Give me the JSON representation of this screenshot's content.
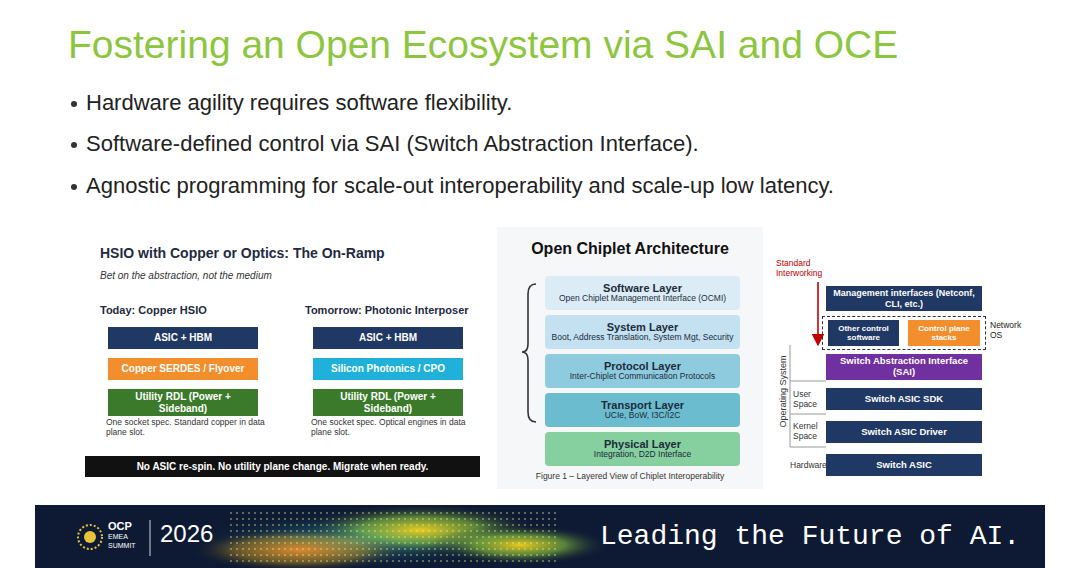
{
  "diagram": {
    "title": "Fostering an Open Ecosystem via SAI and OCE",
    "nodes": [
      {
        "text": [
          "ASIC + HBM"
        ]
      },
      {
        "text": [
          "Copper SERDES / Flyover"
        ]
      },
      {
        "text": [
          "Utility RDL (Power + Sideband)"
        ]
      },
      {
        "text": [
          "ASIC + HBM"
        ]
      },
      {
        "text": [
          "Silicon Photonics / CPO"
        ]
      },
      {
        "text": [
          "Utility RDL (Power + Sideband)"
        ]
      },
      {
        "text": [
          "No ASIC re-spin. No utility plane change. Migrate when ready."
        ]
      },
      {
        "text": [
          "Software Layer",
          "Open Chiplet Management Interface (OCMI)"
        ]
      },
      {
        "text": [
          "System Layer",
          "Boot, Address Translation, System Mgt, Security"
        ]
      },
      {
        "text": [
          "Protocol Layer",
          "Inter-Chiplet Communication Protocols"
        ]
      },
      {
        "text": [
          "Transport Layer",
          "UCIe, BoW, I3C/I2C"
        ]
      },
      {
        "text": [
          "Physical Layer",
          "Integration, D2D Interface"
        ]
      },
      {
        "text": [
          "Management interfaces (Netconf, CLI, etc.)"
        ]
      },
      {
        "text": [
          "Network OS"
        ]
      },
      {
        "text": [
          "Other control software"
        ],
        "in": 13
      },
      {
        "text": [
          "Control plane stacks"
        ],
        "in": 13
      },
      {
        "text": [
          "Switch Abstraction Interface (SAI)"
        ]
      },
      {
        "text": [
          "Switch ASIC SDK"
        ]
      },
      {
        "text": [
          "Switch ASIC Driver"
        ]
      },
      {
        "text": [
          "Switch ASIC"
        ]
      }
    ],
    "labels": [
      "Hardware agility requires software flexibility.",
      "Software-defined control via SAI (Switch Abstraction Interface).",
      "Agnostic programming for scale-out interoperability and scale-up low latency.",
      "HSIO with Copper or Optics: The On-Ramp",
      "Bet on the abstraction, not the medium",
      "Today: Copper HSIO",
      "Tomorrow: Photonic Interposer",
      "One socket spec. Standard copper in data plane slot.",
      "One socket spec. Optical engines in data plane slot.",
      "Open Chiplet Architecture",
      "Figure 1 – Layered View of Chiplet Interoperability",
      "Standard Interworking",
      "Operating System",
      "User Space",
      "Kernel Space",
      "Hardware",
      "OCP",
      "EMEA",
      "SUMMIT",
      "2026",
      "Leading the Future of AI."
    ]
  }
}
